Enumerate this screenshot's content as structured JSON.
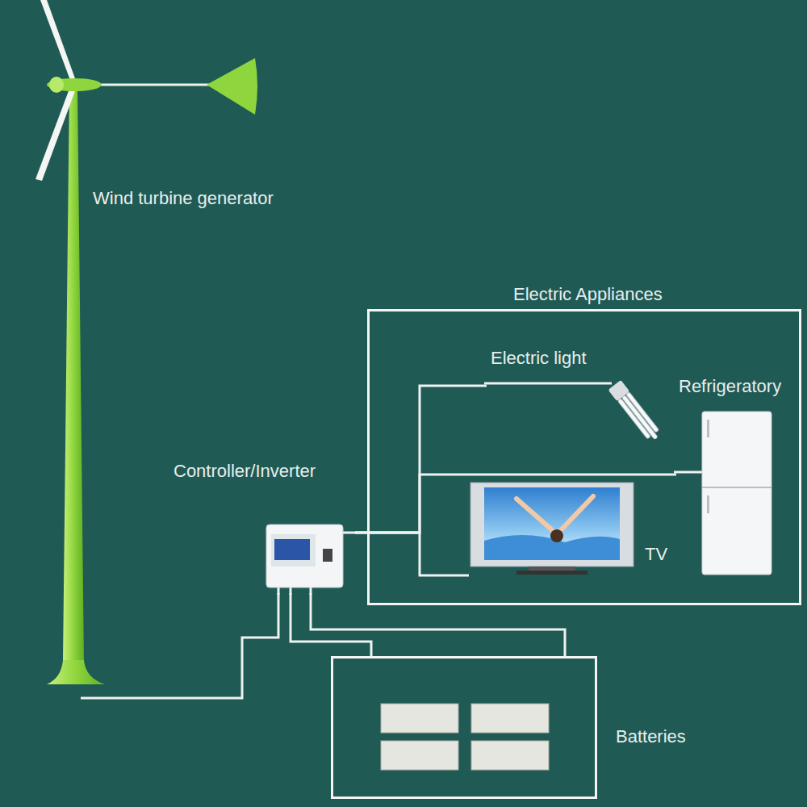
{
  "diagram": {
    "nodes": [
      {
        "text": [
          "Wind turbine generator"
        ]
      },
      {
        "text": [
          "Controller/Inverter"
        ]
      },
      {
        "text": [
          "Electric Appliances"
        ]
      },
      {
        "text": [
          "Electric light"
        ],
        "in": 2
      },
      {
        "text": [
          "Refrigeratory"
        ],
        "in": 2
      },
      {
        "text": [
          "TV"
        ],
        "in": 2
      },
      {
        "text": [
          "Batteries"
        ]
      }
    ],
    "edges": [
      {
        "from": 0,
        "to": 1,
        "arrow": "none"
      },
      {
        "from": 1,
        "to": 3,
        "arrow": "none"
      },
      {
        "from": 1,
        "to": 4,
        "arrow": "none"
      },
      {
        "from": 1,
        "to": 5,
        "arrow": "none"
      },
      {
        "from": 1,
        "to": 6,
        "arrow": "none"
      },
      {
        "from": 1,
        "to": 6,
        "arrow": "none"
      }
    ]
  }
}
